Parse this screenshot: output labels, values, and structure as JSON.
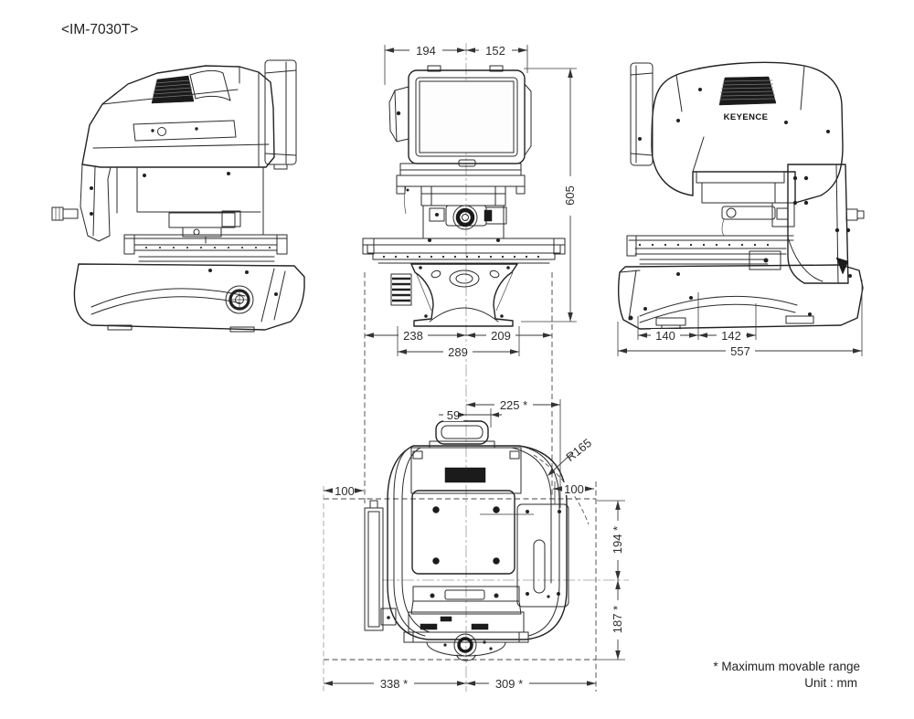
{
  "title": "<IM-7030T>",
  "brand": "KEYENCE",
  "footer": {
    "note": "* Maximum movable range",
    "unit": "Unit : mm"
  },
  "dimensions": {
    "front": {
      "top_left": "194",
      "top_right": "152",
      "height": "605",
      "bottom_left": "238",
      "bottom_right": "209",
      "base_width": "289"
    },
    "side": {
      "bottom_left": "140",
      "bottom_right": "142",
      "total_depth": "557"
    },
    "top": {
      "reach": "225 *",
      "handle_offset": "59",
      "swing_radius": "R165",
      "margin_left": "100",
      "margin_right": "100",
      "range_upper": "194 *",
      "range_lower": "187 *",
      "range_bottom_left": "338 *",
      "range_bottom_right": "309 *"
    }
  }
}
